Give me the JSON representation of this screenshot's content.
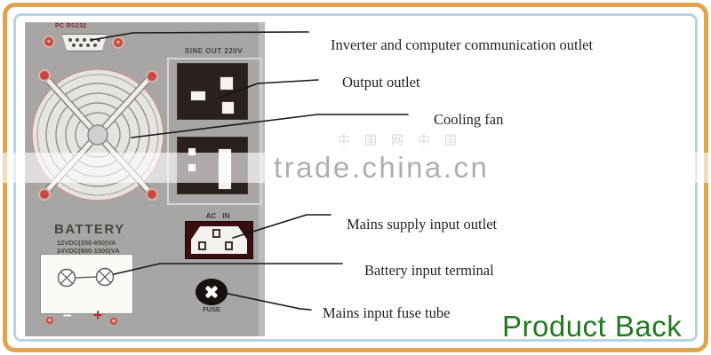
{
  "panel": {
    "pc_rs232_label": "PC RS232",
    "sine_out_label": "SINE OUT 220V",
    "ac_in_label": "AC IN",
    "fuse_label": "FUSE",
    "battery": {
      "title": "BATTERY",
      "spec1": "12VDC(350-650)VA",
      "spec2": "24VDC(800-1500)VA",
      "minus_label": "−",
      "plus_label": "+"
    }
  },
  "callouts": [
    {
      "label": "Inverter and computer communication outlet"
    },
    {
      "label": "Output outlet"
    },
    {
      "label": "Cooling fan"
    },
    {
      "label": "Mains supply input outlet"
    },
    {
      "label": "Battery input terminal"
    },
    {
      "label": "Mains input fuse tube"
    }
  ],
  "watermark": {
    "text": "trade.china.cn",
    "cjk_text": "中国网中国"
  },
  "caption": {
    "text": "Product Back"
  },
  "colors": {
    "border_orange": "#dfa44c",
    "border_blue": "#b5d4e6",
    "panel_gray": "#a8a6a4",
    "outlet_black": "#2a211e",
    "screw_red": "#c64a42",
    "caption_green": "#217a21",
    "label_ink": "#23232e",
    "watermark_gray": "#9a9a9a"
  }
}
